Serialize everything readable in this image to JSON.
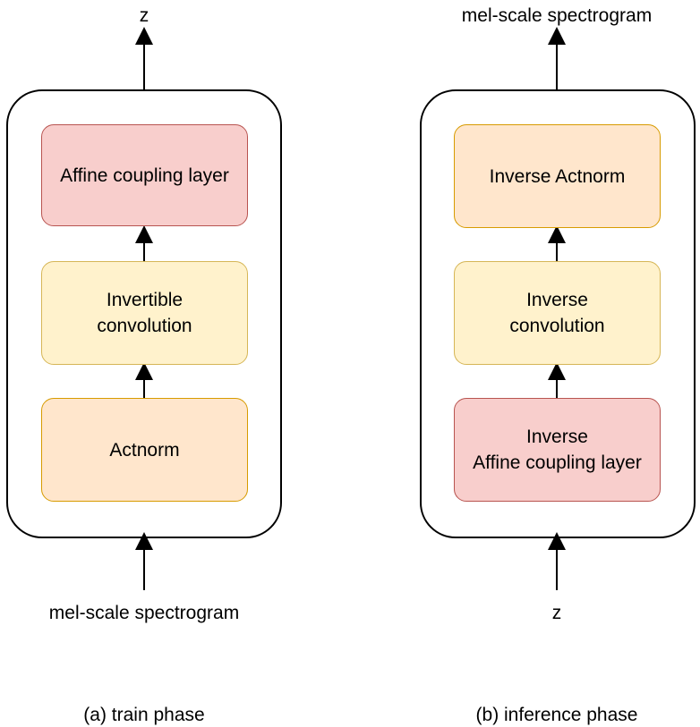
{
  "colors": {
    "red_fill": "#f8cecc",
    "red_stroke": "#b85450",
    "orange_fill": "#ffe6cc",
    "orange_stroke": "#d79b00",
    "yellow_fill": "#fff2cc",
    "yellow_stroke": "#d6b656"
  },
  "train": {
    "output_label": "z",
    "input_label": "mel-scale spectrogram",
    "caption": "(a) train phase",
    "blocks": {
      "top": {
        "line1": "Affine coupling layer",
        "line2": ""
      },
      "middle": {
        "line1": "Invertible",
        "line2": "convolution"
      },
      "bottom": {
        "line1": "Actnorm",
        "line2": ""
      }
    }
  },
  "inference": {
    "output_label": "mel-scale spectrogram",
    "input_label": "z",
    "caption": "(b) inference phase",
    "blocks": {
      "top": {
        "line1": "Inverse Actnorm",
        "line2": ""
      },
      "middle": {
        "line1": "Inverse",
        "line2": "convolution"
      },
      "bottom": {
        "line1": "Inverse",
        "line2": "Affine coupling layer"
      }
    }
  }
}
